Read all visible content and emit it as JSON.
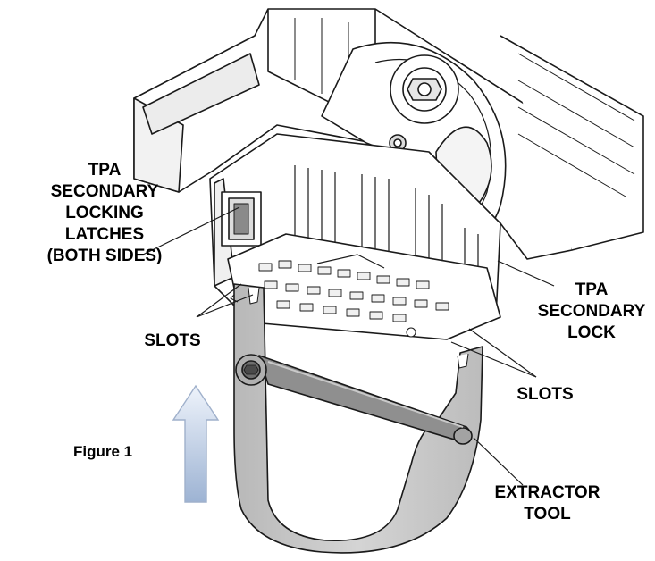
{
  "labels": {
    "tpa_latches": [
      "TPA",
      "SECONDARY",
      "LOCKING",
      "LATCHES",
      "(BOTH SIDES)"
    ],
    "tpa_lock": [
      "TPA",
      "SECONDARY",
      "LOCK"
    ],
    "slots_left": "SLOTS",
    "slots_right": "SLOTS",
    "extractor_tool": [
      "EXTRACTOR",
      "TOOL"
    ],
    "figure": "Figure 1"
  },
  "colors": {
    "line": "#1a1a1a",
    "tool_fill": "#c4c4c4",
    "rod_fill": "#8f8f8f",
    "arrow_top": "#eaf1fa",
    "arrow_bottom": "#9fb4d2"
  }
}
